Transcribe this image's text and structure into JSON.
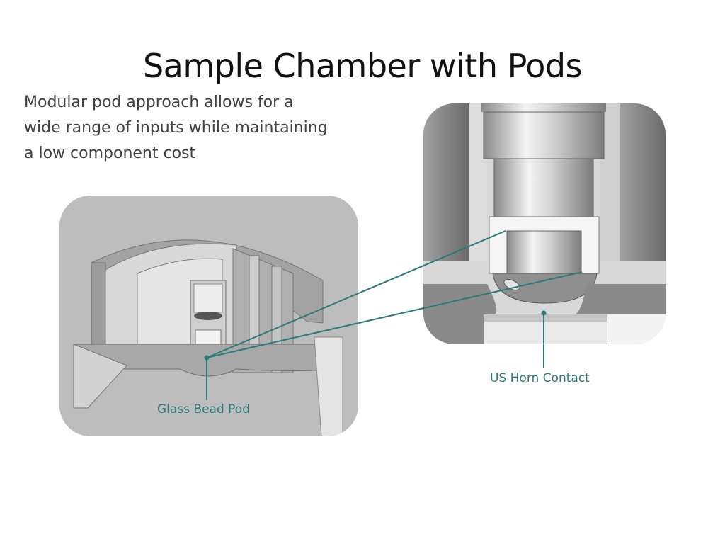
{
  "slide": {
    "title": "Sample Chamber with Pods",
    "body": [
      "Modular pod approach allows for a",
      "wide range of inputs while maintaining",
      "a low component cost"
    ]
  },
  "figures": {
    "left": {
      "description": "cutaway-render-of-sample-chamber"
    },
    "right": {
      "description": "cross-section-of-pod-and-horn"
    }
  },
  "callouts": {
    "glass_bead_pod": "Glass Bead Pod",
    "us_horn_contact": "US Horn Contact",
    "line_color": "#2d7a7a"
  }
}
